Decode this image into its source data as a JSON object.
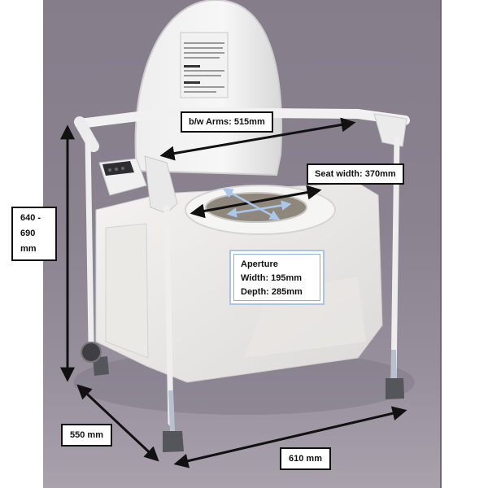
{
  "image": {
    "subject": "Bedside commode toilet chair with bidet seat, annotated with dimensions",
    "background_color": "#8a828f",
    "canvas_color": "#ffffff"
  },
  "labels": {
    "arms": "b/w Arms: 515mm",
    "seat_width": "Seat width: 370mm",
    "aperture": {
      "title": "Aperture",
      "width": "Width: 195mm",
      "depth": "Depth: 285mm"
    },
    "height": {
      "line1": "640 -",
      "line2": "690 mm"
    },
    "depth": "550 mm",
    "width": "610 mm"
  },
  "colors": {
    "dimension_arrow": "#111111",
    "aperture_arrow": "#a9c8ec",
    "aperture_border": "#a9c4e4",
    "label_border": "#111111"
  }
}
